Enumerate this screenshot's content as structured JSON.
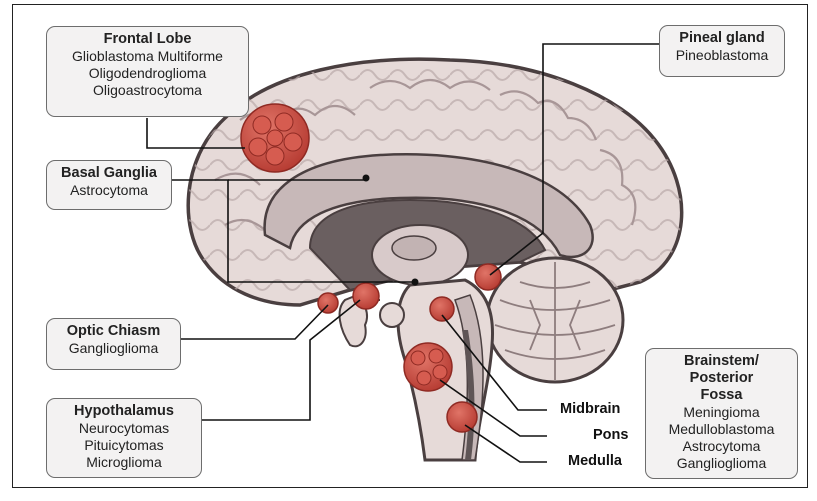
{
  "labels": {
    "frontal": {
      "title": "Frontal Lobe",
      "items": [
        "Glioblastoma Multiforme",
        "Oligodendroglioma",
        "Oligoastrocytoma"
      ]
    },
    "basal": {
      "title": "Basal Ganglia",
      "items": [
        "Astrocytoma"
      ]
    },
    "optic": {
      "title": "Optic Chiasm",
      "items": [
        "Ganglioglioma"
      ]
    },
    "hypothalamus": {
      "title": "Hypothalamus",
      "items": [
        "Neurocytomas",
        "Pituicytomas",
        "Microglioma"
      ]
    },
    "pineal": {
      "title": "Pineal gland",
      "items": [
        "Pineoblastoma"
      ]
    },
    "brainstem": {
      "title": [
        "Brainstem/",
        "Posterior",
        "Fossa"
      ],
      "items": [
        "Meningioma",
        "Medulloblastoma",
        "Astrocytoma",
        "Ganglioglioma"
      ]
    },
    "midbrain": "Midbrain",
    "pons": "Pons",
    "medulla": "Medulla"
  },
  "colors": {
    "tissue": "#e6dad8",
    "outline": "#4a3f40",
    "inner": "#c7b8b8",
    "dark": "#5f5556",
    "tumor": "#c9473d",
    "box_fill": "#f3f2f2"
  }
}
